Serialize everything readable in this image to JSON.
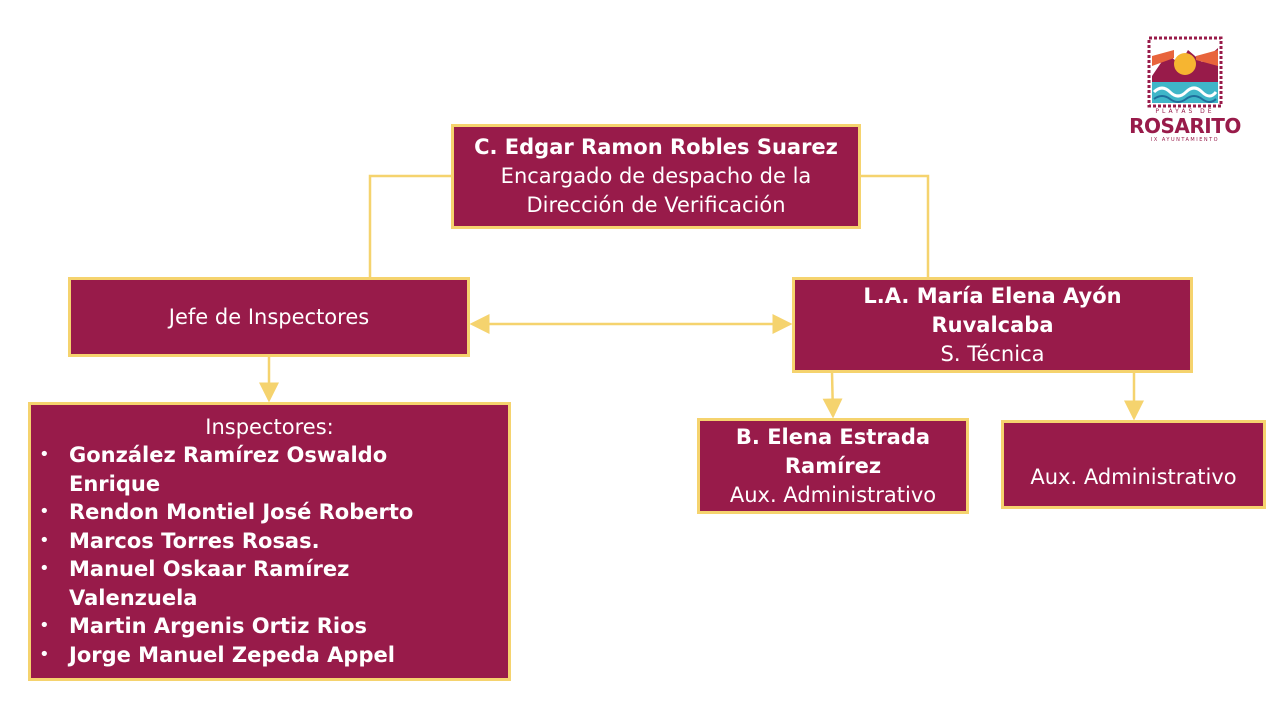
{
  "director": {
    "name": "C. Edgar Ramon Robles Suarez",
    "role_line1": "Encargado de despacho de la",
    "role_line2": "Dirección de Verificación"
  },
  "chief_inspectors": {
    "role": "Jefe de Inspectores"
  },
  "technical_secretary": {
    "name_line1": "L.A. María Elena Ayón",
    "name_line2": "Ruvalcaba",
    "role": "S. Técnica"
  },
  "inspectors": {
    "title": "Inspectores:",
    "members": [
      "González Ramírez Oswaldo Enrique",
      "Rendon Montiel José Roberto",
      "Marcos Torres Rosas.",
      "Manuel Oskaar Ramírez Valenzuela",
      "Martin Argenis Ortiz Rios",
      "Jorge Manuel Zepeda Appel"
    ]
  },
  "aux_1": {
    "name_line1": "B. Elena Estrada",
    "name_line2": "Ramírez",
    "role": "Aux. Administrativo"
  },
  "aux_2": {
    "role": "Aux. Administrativo"
  },
  "logo": {
    "top_text": "PLAYAS DE",
    "wordmark": "ROSARITO",
    "bottom_text": "IX AYUNTAMIENTO"
  },
  "colors": {
    "box_fill": "#981b4a",
    "box_border": "#f5d36e",
    "text": "#ffffff"
  }
}
